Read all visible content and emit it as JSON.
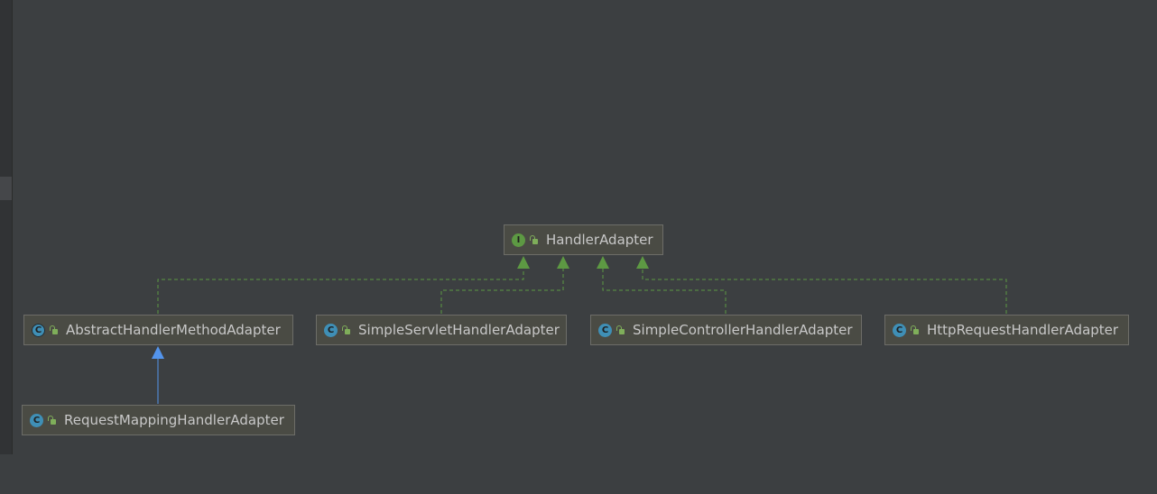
{
  "colors": {
    "background": "#3c3f41",
    "node_fill": "#4a4b44",
    "node_border": "#6d6d68",
    "class_badge": "#3f8fb6",
    "interface_badge": "#5d9943",
    "implements_edge": "#5d9943",
    "extends_edge": "#5394ec"
  },
  "nodes": {
    "handler_adapter": {
      "label": "HandlerAdapter",
      "badge": "I",
      "kind": "interface"
    },
    "abstract_handler_method_adapter": {
      "label": "AbstractHandlerMethodAdapter",
      "badge": "C",
      "kind": "abstract-class"
    },
    "simple_servlet_handler_adapter": {
      "label": "SimpleServletHandlerAdapter",
      "badge": "C",
      "kind": "class"
    },
    "simple_controller_handler_adapter": {
      "label": "SimpleControllerHandlerAdapter",
      "badge": "C",
      "kind": "class"
    },
    "http_request_handler_adapter": {
      "label": "HttpRequestHandlerAdapter",
      "badge": "C",
      "kind": "class"
    },
    "request_mapping_handler_adapter": {
      "label": "RequestMappingHandlerAdapter",
      "badge": "C",
      "kind": "class"
    }
  },
  "edges": [
    {
      "from": "abstract_handler_method_adapter",
      "to": "handler_adapter",
      "type": "implements"
    },
    {
      "from": "simple_servlet_handler_adapter",
      "to": "handler_adapter",
      "type": "implements"
    },
    {
      "from": "simple_controller_handler_adapter",
      "to": "handler_adapter",
      "type": "implements"
    },
    {
      "from": "http_request_handler_adapter",
      "to": "handler_adapter",
      "type": "implements"
    },
    {
      "from": "request_mapping_handler_adapter",
      "to": "abstract_handler_method_adapter",
      "type": "extends"
    }
  ]
}
